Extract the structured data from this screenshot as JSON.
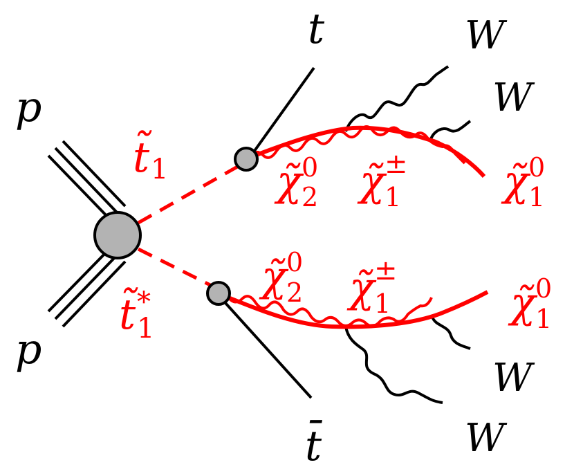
{
  "colors": {
    "black_line": "#000000",
    "red": "#ff0000",
    "vertex_fill": "#b3b3b3",
    "vertex_stroke": "#000000",
    "background": "#ffffff"
  },
  "labels": {
    "proton_top": "p",
    "proton_bottom": "p",
    "stop": {
      "symbol": "t̃",
      "sub": "1",
      "sup": ""
    },
    "antistop": {
      "symbol": "t̃",
      "sub": "1",
      "sup": "*"
    },
    "top": "t",
    "antitop": {
      "symbol": "t̄"
    },
    "chi20_upper": {
      "symbol": "χ̃",
      "sub": "2",
      "sup": "0"
    },
    "chi1pm_upper": {
      "symbol": "χ̃",
      "sub": "1",
      "sup": "±"
    },
    "chi10_upper": {
      "symbol": "χ̃",
      "sub": "1",
      "sup": "0"
    },
    "chi20_lower": {
      "symbol": "χ̃",
      "sub": "2",
      "sup": "0"
    },
    "chi1pm_lower": {
      "symbol": "χ̃",
      "sub": "1",
      "sup": "±"
    },
    "chi10_lower": {
      "symbol": "χ̃",
      "sub": "1",
      "sup": "0"
    },
    "w_upper_1": "W",
    "w_upper_2": "W",
    "w_lower_1": "W",
    "w_lower_2": "W"
  }
}
